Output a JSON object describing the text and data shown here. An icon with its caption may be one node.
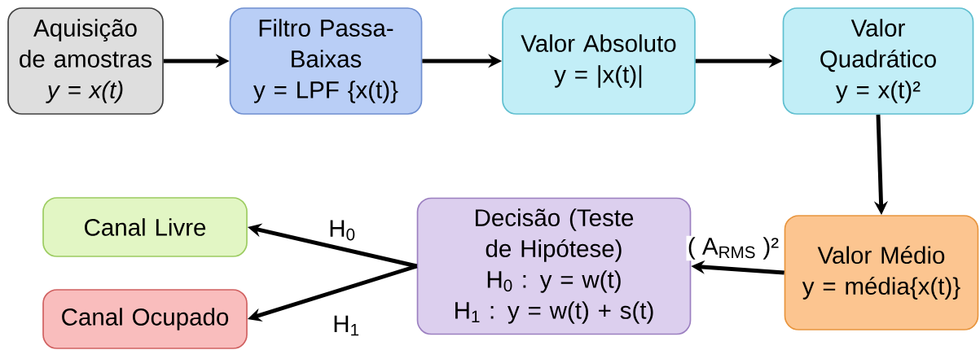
{
  "diagram": {
    "nodes": [
      {
        "text": [
          "Aquisição de amostras",
          "y  = x(t)"
        ]
      },
      {
        "text": [
          "Filtro Passa-Baixas",
          "y = LPF {x(t)}"
        ]
      },
      {
        "text": [
          "Valor Absoluto",
          "y = |x(t)|"
        ]
      },
      {
        "text": [
          "Valor Quadrático",
          "y = x(t)²"
        ]
      },
      {
        "text": [
          "Valor Médio",
          "y = média{x(t)}"
        ]
      },
      {
        "text": [
          "Decisão (Teste de Hipótese)",
          "H$_{0}$ : y = w(t)",
          "H$_{1}$ : y = w(t) + s(t)"
        ]
      },
      {
        "text": [
          "Canal Livre"
        ]
      },
      {
        "text": [
          "Canal Ocupado"
        ]
      }
    ],
    "edges": [
      {
        "from": 0,
        "to": 1,
        "arrow": "to"
      },
      {
        "from": 1,
        "to": 2,
        "arrow": "to"
      },
      {
        "from": 2,
        "to": 3,
        "arrow": "to"
      },
      {
        "from": 3,
        "to": 4,
        "arrow": "to"
      },
      {
        "from": 4,
        "to": 5,
        "arrow": "to",
        "label": "( A$_{RMS}$ )²"
      },
      {
        "from": 5,
        "to": 6,
        "arrow": "to",
        "label": "H$_{0}$"
      },
      {
        "from": 5,
        "to": 7,
        "arrow": "to",
        "label": "H$_{1}$"
      }
    ]
  }
}
